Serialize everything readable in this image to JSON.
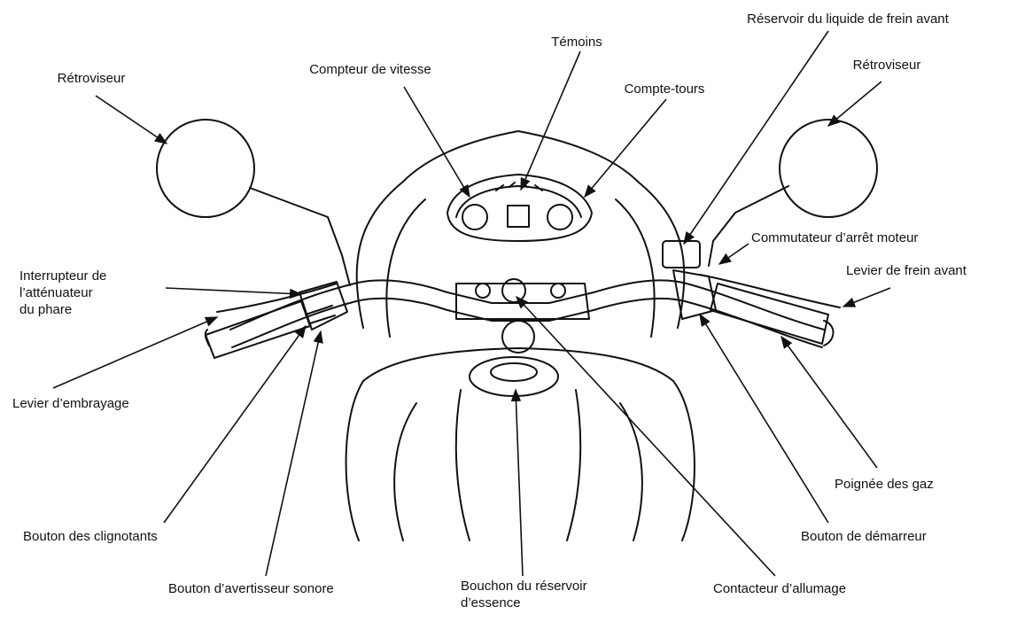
{
  "labels": {
    "retroviseur_left": "Rétroviseur",
    "compteur_vitesse": "Compteur de vitesse",
    "temoins": "Témoins",
    "compte_tours": "Compte-tours",
    "reservoir_frein": "Réservoir du liquide de frein avant",
    "retroviseur_right": "Rétroviseur",
    "interrupteur_phare": "Interrupteur de\nl’atténuateur\ndu phare",
    "commutateur_arret": "Commutateur d’arrêt moteur",
    "levier_frein": "Levier de frein avant",
    "levier_embrayage": "Levier d’embrayage",
    "poignee_gaz": "Poignée des gaz",
    "bouton_clignotants": "Bouton des clignotants",
    "bouton_demarreur": "Bouton de démarreur",
    "bouton_avertisseur": "Bouton d’avertisseur sonore",
    "bouchon_reservoir": "Bouchon du réservoir\nd’essence",
    "contacteur_allumage": "Contacteur d’allumage"
  },
  "colors": {
    "ink": "#111111",
    "background": "#ffffff"
  }
}
